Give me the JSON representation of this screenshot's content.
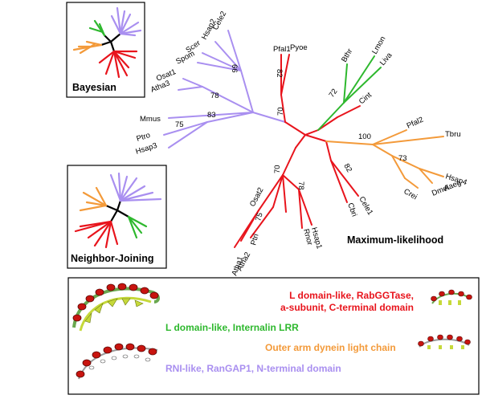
{
  "colors": {
    "purple": "#a98ff0",
    "red": "#e8141c",
    "green": "#2eb82e",
    "orange": "#f39a3a",
    "black": "#000000"
  },
  "methods": {
    "bayesian": "Bayesian",
    "neighbor_joining": "Neighbor-Joining",
    "maximum_likelihood": "Maximum-likelihood"
  },
  "leaves": {
    "cele2": "Cele2",
    "hsap2": "Hsap2",
    "scer": "Scer",
    "spom": "Spom",
    "osat1": "Osat1",
    "atha3": "Atha3",
    "mmus": "Mmus",
    "ptro": "Ptro",
    "hsap3": "Hsap3",
    "pfal1": "Pfal1",
    "pyoe": "Pyoe",
    "bthr": "Bthr",
    "lmon": "Lmon",
    "liva": "Liva",
    "cint": "Cint",
    "pfal2": "Pfal2",
    "tbru": "Tbru",
    "hsap4": "Hsap4",
    "aaeg": "Aaeg",
    "dmel": "Dmel",
    "crei": "Crei",
    "cele1": "Cele1",
    "cbri": "Cbri",
    "hsap1": "Hsap1",
    "rnor": "Rnor",
    "osat2": "Osat2",
    "ptri": "Ptri",
    "atha2": "Atha2",
    "atha1": "Atha1"
  },
  "bootstrap": {
    "b66": "66",
    "b82a": "82",
    "b70a": "70",
    "b78a": "78",
    "b83": "83",
    "b75a": "75",
    "b72": "72",
    "b100": "100",
    "b73": "73",
    "b82b": "82",
    "b70b": "70",
    "b78b": "78",
    "b75b": "75"
  },
  "legend": {
    "red_line1": "L domain-like, RabGGTase,",
    "red_line2": "a-subunit, C-terminal domain",
    "green": "L domain-like, Internalin LRR",
    "orange": "Outer arm dynein light chain",
    "purple": "RNI-like, RanGAP1, N-terminal domain"
  }
}
